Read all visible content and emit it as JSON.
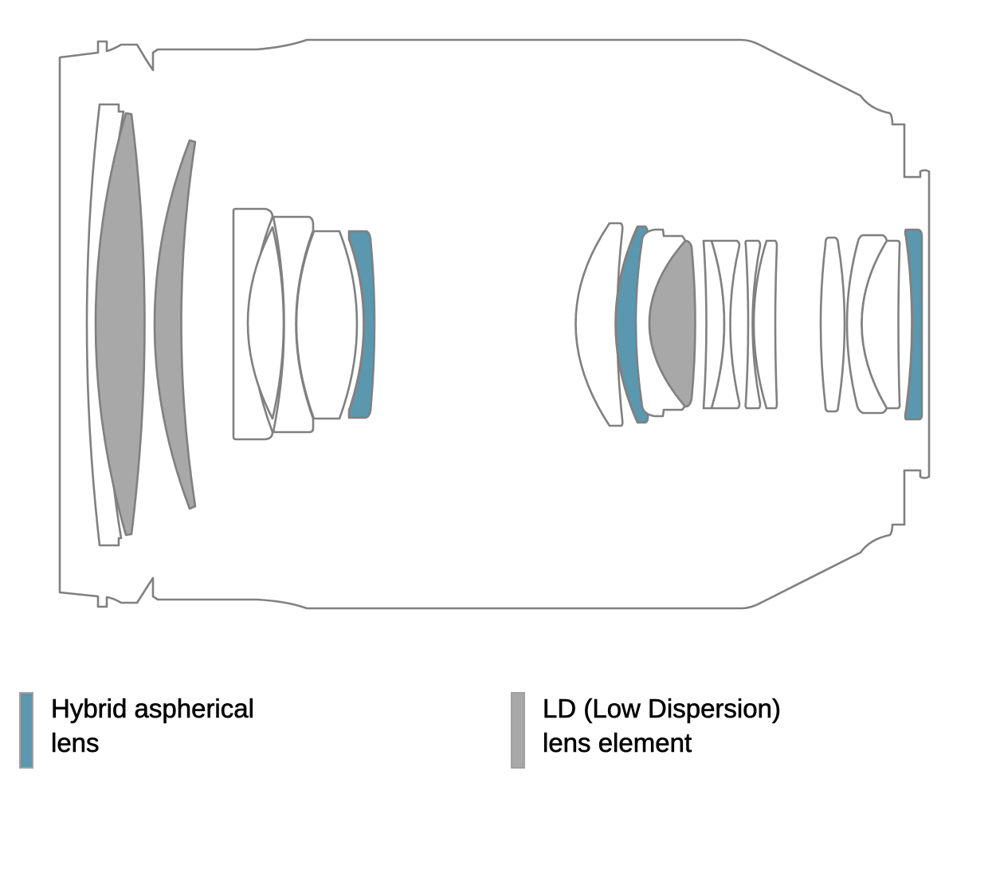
{
  "diagram": {
    "title": "Lens construction",
    "colors": {
      "outline": "#808080",
      "plain_fill": "#ffffff",
      "hybrid_aspherical": "#5b97ae",
      "ld": "#a8a8a8"
    },
    "element_types": [
      "plain",
      "ld",
      "ld",
      "plain",
      "plain",
      "plain",
      "plain",
      "hybrid_aspherical",
      "plain",
      "hybrid_aspherical",
      "plain",
      "ld",
      "plain",
      "plain",
      "plain",
      "plain",
      "plain",
      "plain",
      "plain",
      "hybrid_aspherical"
    ]
  },
  "legend": [
    {
      "key": "hybrid_aspherical",
      "line1": "Hybrid aspherical",
      "line2": "lens",
      "color": "#5b97ae"
    },
    {
      "key": "ld",
      "line1": "LD (Low Dispersion)",
      "line2": "lens element",
      "color": "#a8a8a8"
    }
  ]
}
